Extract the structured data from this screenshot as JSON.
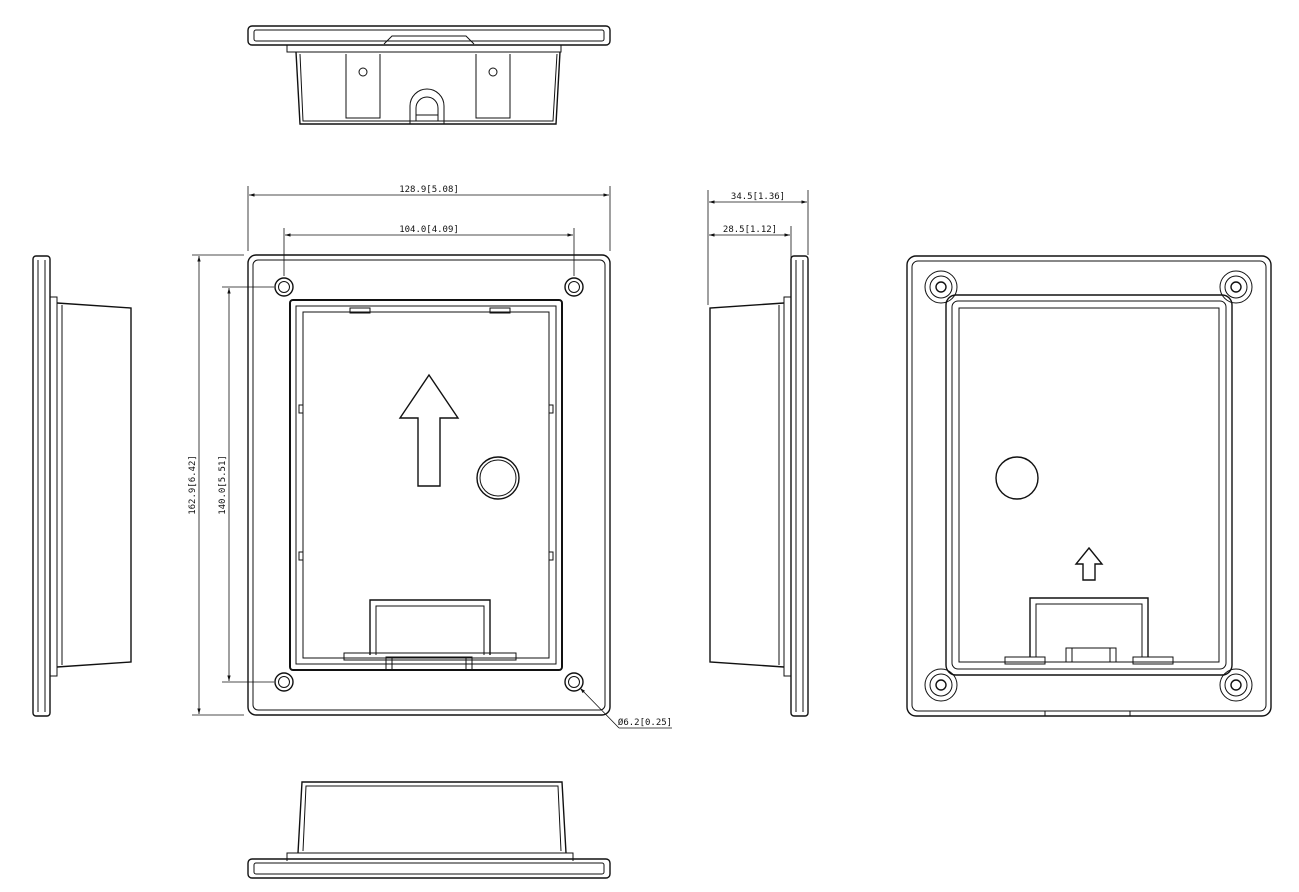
{
  "drawing": {
    "dimensions": {
      "overall_width": "128.9[5.08]",
      "hole_spacing_width": "104.0[4.09]",
      "overall_height": "162.9[6.42]",
      "hole_spacing_height": "140.0[5.51]",
      "overall_depth": "34.5[1.36]",
      "inner_depth": "28.5[1.12]",
      "hole_diameter": "Ø6.2[0.25]"
    },
    "views": [
      "top-view",
      "front-view",
      "left-side-view",
      "right-side-view",
      "rear-view",
      "bottom-view"
    ]
  }
}
